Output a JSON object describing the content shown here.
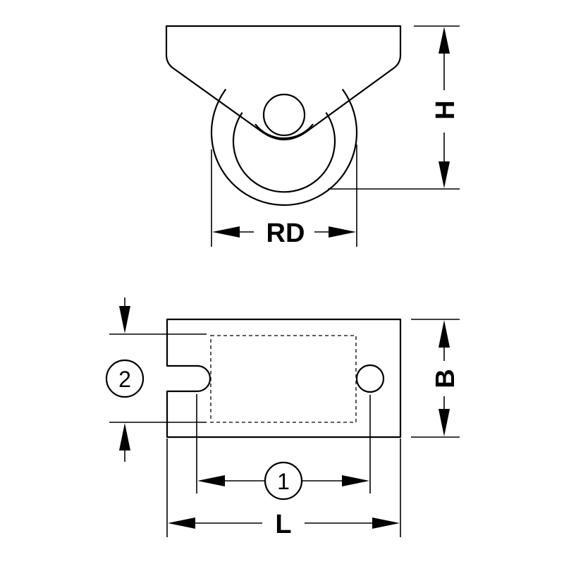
{
  "labels": {
    "wheel_diameter": "RD",
    "height": "H",
    "width": "B",
    "length": "L",
    "hole_spacing": "1",
    "slot_offset": "2"
  },
  "colors": {
    "line": "#000000",
    "background": "#ffffff"
  }
}
